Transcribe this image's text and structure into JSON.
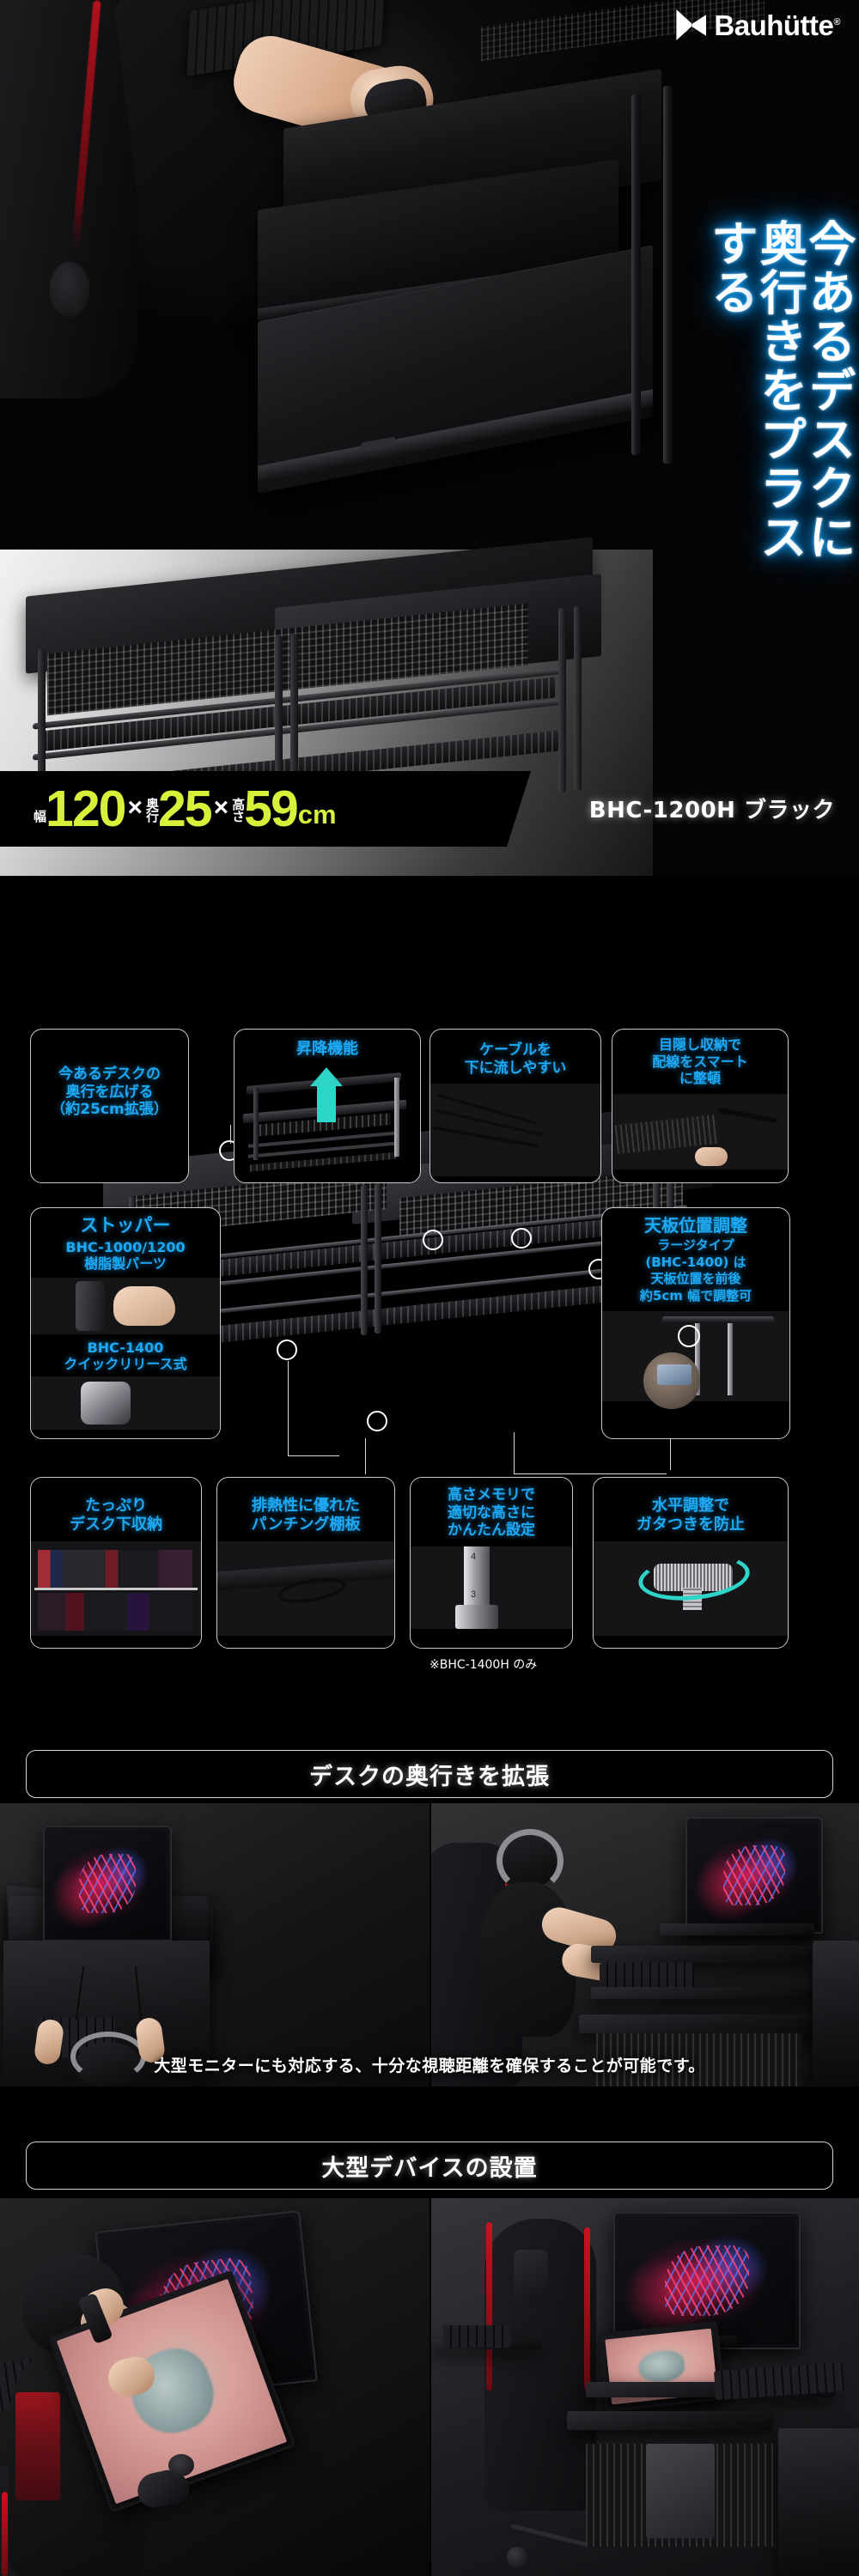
{
  "brand": {
    "name": "Bauhütte",
    "registered_mark": "®",
    "logo_icon": "bauhutte-logo-icon"
  },
  "hero": {
    "headline_columns": [
      "今あるデスクに",
      "奥行きをプラス",
      "する"
    ],
    "headline_full": "今あるデスクに奥行きをプラスする",
    "spec": {
      "width_label": "幅",
      "width_value": "120",
      "x1": "×",
      "depth_label": "奥行",
      "depth_value": "25",
      "x2": "×",
      "height_label": "高さ",
      "height_value": "59",
      "unit": "cm",
      "accent_color": "#d8f03a"
    },
    "model": "BHC-1200H ブラック"
  },
  "features": {
    "top_row": [
      {
        "caption": "今あるデスクの\n奥行を広げる\n（約25cm拡張）",
        "lines": [
          "今あるデスクの",
          "奥行を広げる",
          "（約25cm拡張）"
        ],
        "photo": "none"
      },
      {
        "caption": "昇降機能",
        "lines": [
          "昇降機能"
        ],
        "photo": "lift-diagram",
        "arrow_color": "#2fd4c8"
      },
      {
        "caption": "ケーブルを\n下に流しやすい",
        "lines": [
          "ケーブルを",
          "下に流しやすい"
        ],
        "photo": "cable-routing-photo"
      },
      {
        "caption": "目隠し収納で\n配線をスマート\nに整頓",
        "lines": [
          "目隠し収納で",
          "配線をスマート",
          "に整頓"
        ],
        "photo": "hidden-storage-photo"
      }
    ],
    "stopper": {
      "title": "ストッパー",
      "sub1_line1": "BHC-1000/1200",
      "sub1_line2": "樹脂製パーツ",
      "sub2_line1": "BHC-1400",
      "sub2_line2": "クイックリリース式"
    },
    "top_adjust": {
      "title": "天板位置調整",
      "lines": [
        "ラージタイプ",
        "(BHC-1400) は",
        "天板位置を前後",
        "約5cm 幅で調整可"
      ]
    },
    "bottom_row": [
      {
        "lines": [
          "たっぷり",
          "デスク下収納"
        ],
        "photo": "under-desk-storage-photo"
      },
      {
        "lines": [
          "排熱性に優れた",
          "パンチング棚板"
        ],
        "photo": "punched-shelf-photo"
      },
      {
        "lines": [
          "高さメモリで",
          "適切な高さに",
          "かんたん設定"
        ],
        "photo": "height-memory-photo",
        "note": "※BHC-1400H のみ"
      },
      {
        "lines": [
          "水平調整で",
          "ガタつきを防止"
        ],
        "photo": "level-adjust-photo",
        "arrow_color": "#2fd4c8"
      }
    ],
    "caption_color": "#1ea9f5"
  },
  "sections": [
    {
      "header": "デスクの奥行きを拡張",
      "caption": "大型モニターにも対応する、十分な視聴距離を確保することが可能です。"
    },
    {
      "header": "大型デバイスの設置",
      "caption": ""
    }
  ]
}
